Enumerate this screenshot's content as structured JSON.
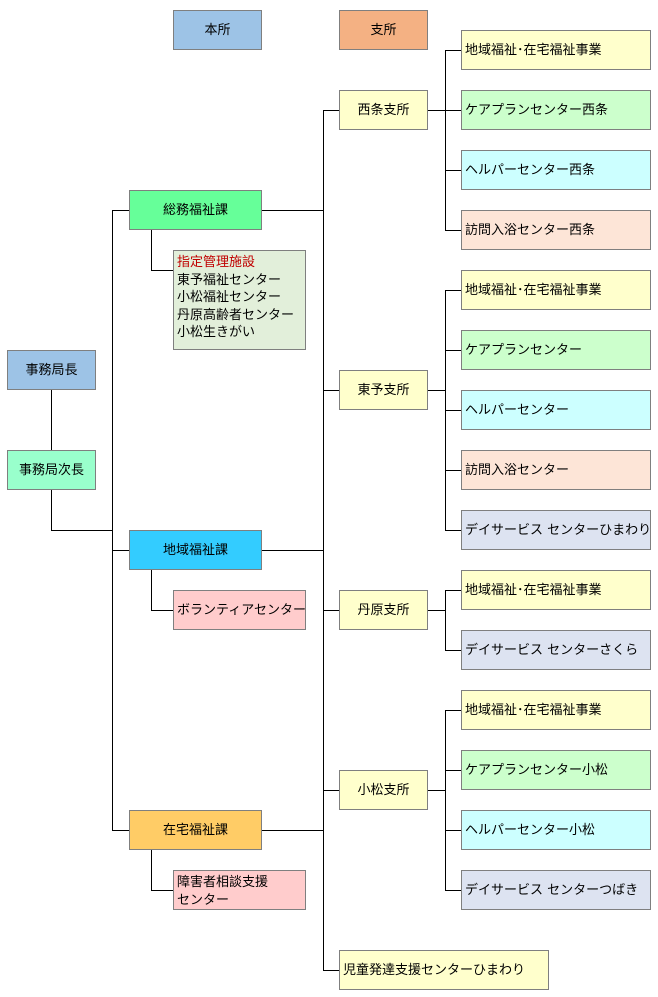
{
  "legend": {
    "honsho": {
      "label": "本所",
      "color": "#9dc3e6"
    },
    "shisho": {
      "label": "支所",
      "color": "#f4b183"
    }
  },
  "leadership": {
    "director": "事務局長",
    "deputy": "事務局次長"
  },
  "departments": {
    "somu": {
      "label": "総務福祉課",
      "color": "#66ff99",
      "sub": {
        "title": "指定管理施設",
        "items": [
          "東予福祉センター",
          "小松福祉センター",
          "丹原高齢者センター",
          "小松生きがい"
        ]
      }
    },
    "chiiki": {
      "label": "地域福祉課",
      "color": "#33ccff",
      "sub": {
        "lines": [
          "ボランティアセンター"
        ]
      }
    },
    "zaitaku": {
      "label": "在宅福祉課",
      "color": "#ffcc66",
      "sub": {
        "lines": [
          "障害者相談支援",
          "センター"
        ]
      }
    }
  },
  "branches": {
    "saijo": {
      "label": "西条支所",
      "units": [
        "地域福祉･在宅福祉事業",
        "ケアプランセンター西条",
        "ヘルパーセンター西条",
        "訪問入浴センター西条"
      ]
    },
    "toyo": {
      "label": "東予支所",
      "units": [
        "地域福祉･在宅福祉事業",
        "ケアプランセンター",
        "ヘルパーセンター",
        "訪問入浴センター",
        "デイサービス センターひまわり"
      ]
    },
    "tanbara": {
      "label": "丹原支所",
      "units": [
        "地域福祉･在宅福祉事業",
        "デイサービス センターさくら"
      ]
    },
    "komatsu": {
      "label": "小松支所",
      "units": [
        "地域福祉･在宅福祉事業",
        "ケアプランセンター小松",
        "ヘルパーセンター小松",
        "デイサービス センターつばき"
      ]
    },
    "jido": {
      "label": "児童発達支援センターひまわり"
    }
  },
  "colors": {
    "branch": "#ffffcc",
    "unit_yellow": "#ffffcc",
    "unit_green": "#ccffcc",
    "unit_cyan": "#ccffff",
    "unit_peach": "#fde5d7",
    "unit_lavender": "#dde3f1",
    "sub_green": "#e2efda",
    "sub_pink": "#ffcccc"
  }
}
